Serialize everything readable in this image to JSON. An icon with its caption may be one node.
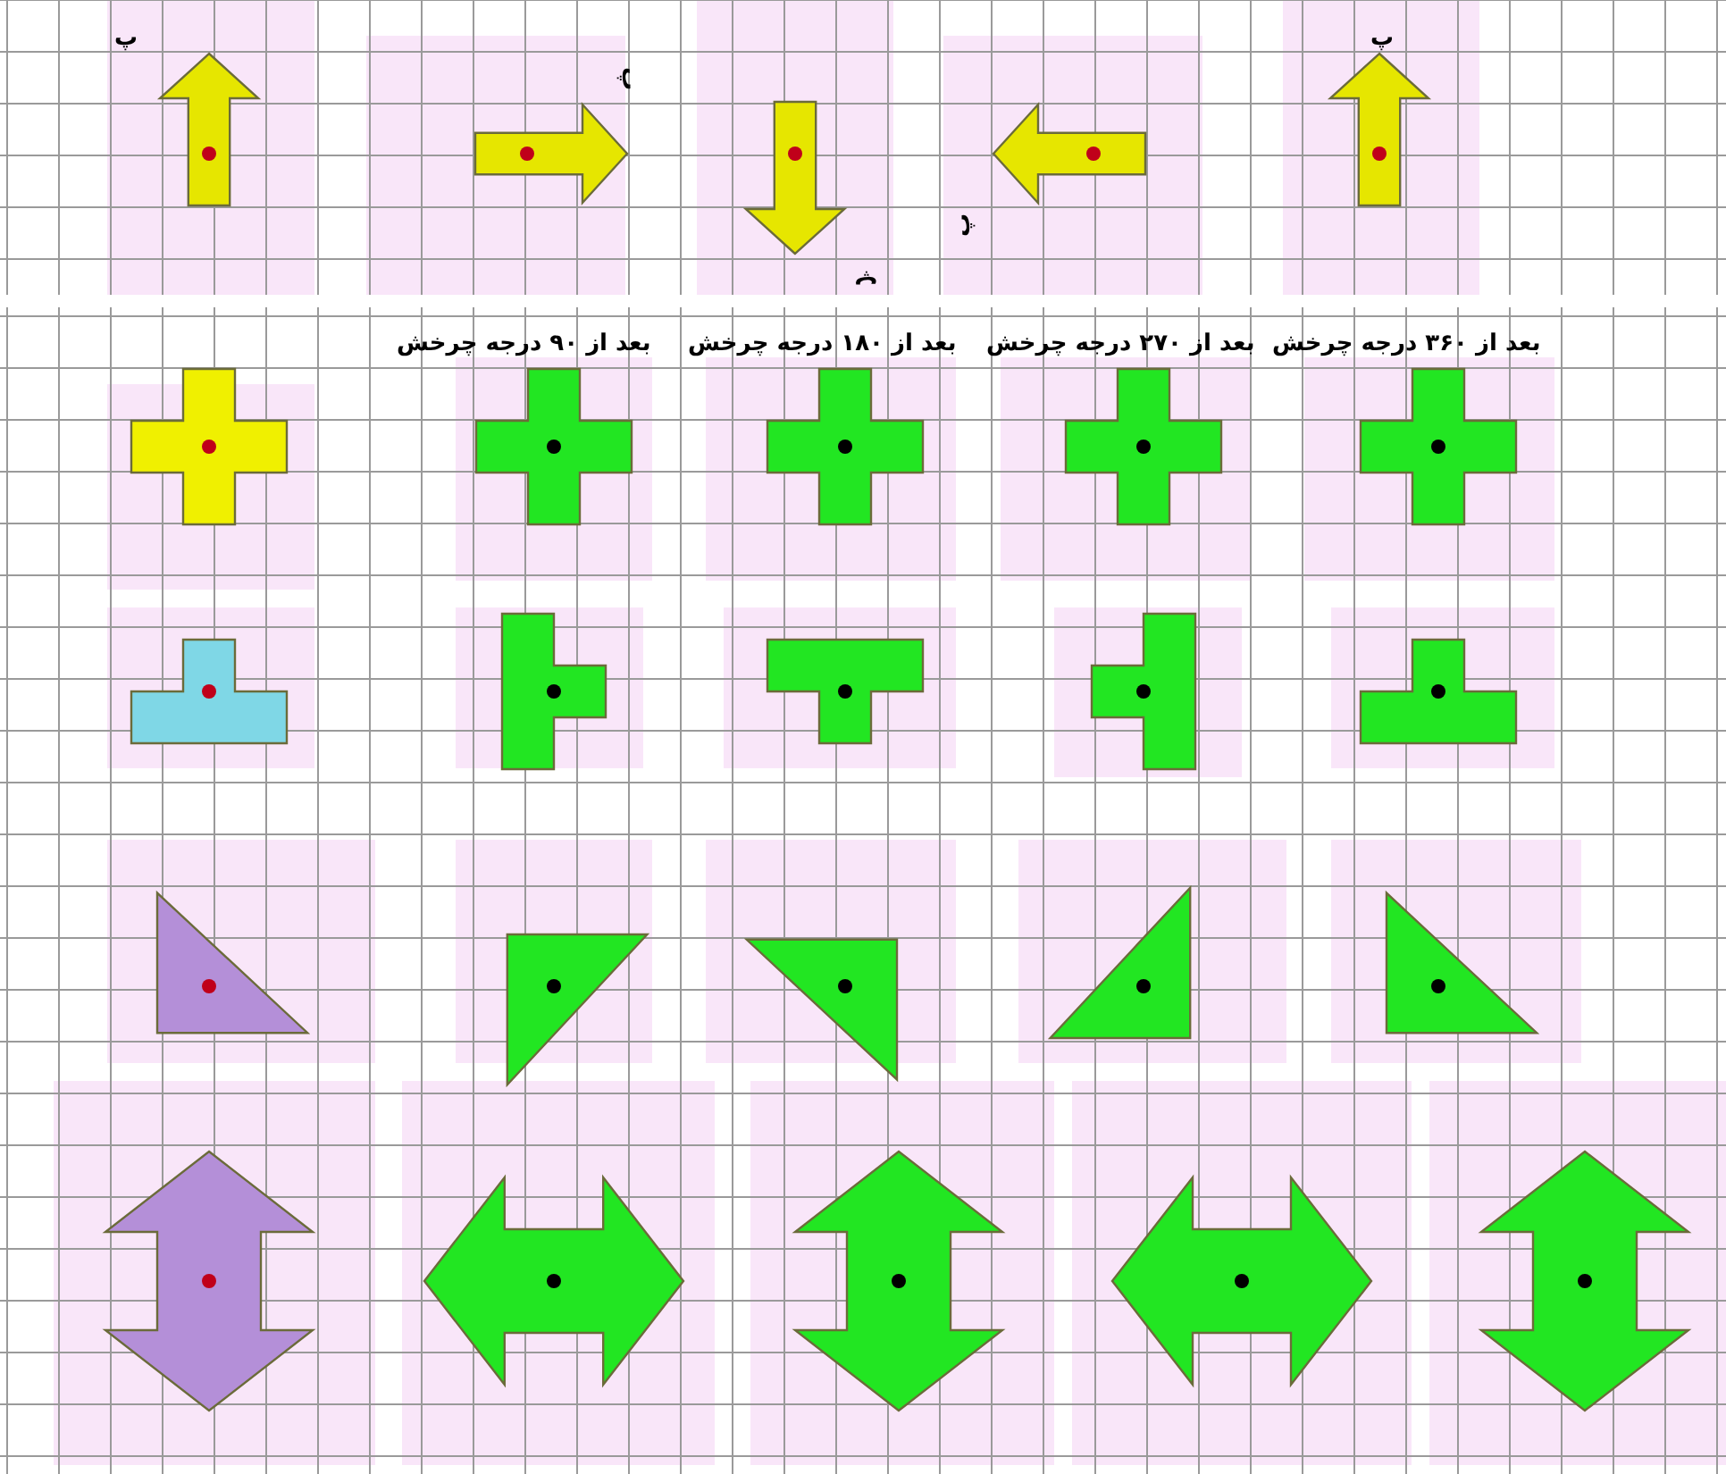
{
  "diagram": {
    "labels": [
      "پ",
      "پ",
      "پ",
      "پ",
      "پ",
      "بعد از ۹۰ درجه چرخش",
      "بعد از ۱۸۰ درجه چرخش",
      "بعد از ۲۷۰ درجه چرخش",
      "بعد از ۳۶۰ درجه چرخش"
    ]
  }
}
